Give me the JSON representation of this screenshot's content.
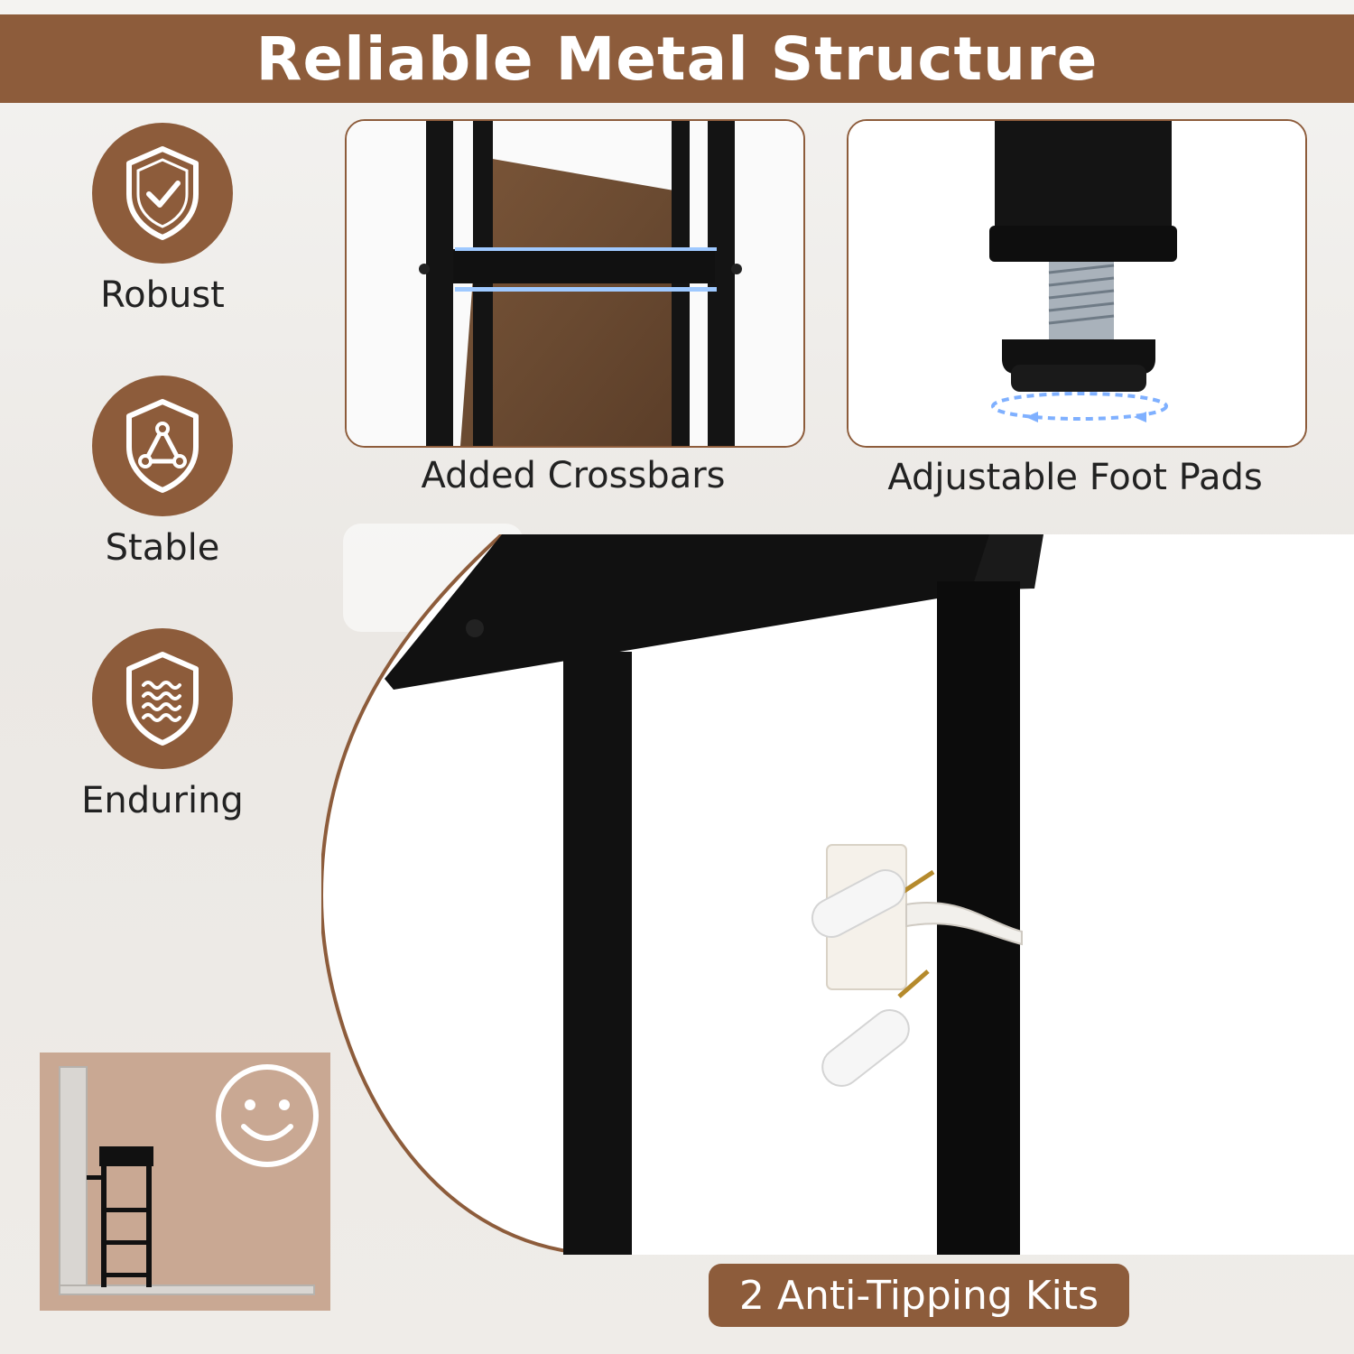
{
  "header": {
    "title": "Reliable Metal Structure"
  },
  "features": [
    {
      "label": "Robust",
      "icon": "shield-check-icon"
    },
    {
      "label": "Stable",
      "icon": "shield-triangle-icon"
    },
    {
      "label": "Enduring",
      "icon": "shield-waves-icon"
    }
  ],
  "details": [
    {
      "caption": "Added Crossbars"
    },
    {
      "caption": "Adjustable Foot Pads"
    }
  ],
  "main": {
    "badge": "2 Anti-Tipping Kits"
  },
  "colors": {
    "brand": "#8d5c3b",
    "frame": "#111111",
    "wood": "#6b4a33"
  }
}
